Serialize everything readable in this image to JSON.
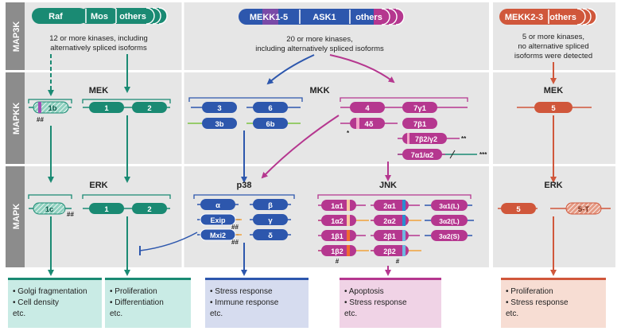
{
  "rows": {
    "map3k": "MAP3K",
    "mapkk": "MAPKK",
    "mapk": "MAPK"
  },
  "map3k": {
    "erk": {
      "pills": [
        "Raf",
        "Mos",
        "others"
      ],
      "note": [
        "12 or more kinases, including",
        "alternatively spliced isoforms"
      ]
    },
    "p38jnk": {
      "pills": [
        "MEKK1-5",
        "ASK1",
        "others"
      ],
      "note": [
        "20 or more kinases,",
        "including alternatively spliced isoforms"
      ]
    },
    "erk5": {
      "pills": [
        "MEKK2-3",
        "others"
      ],
      "note": [
        "5 or more kinases,",
        "no alternative spliced",
        "isoforms were detected"
      ]
    }
  },
  "mapkk": {
    "erk": {
      "title": "MEK",
      "isoforms": [
        "1b",
        "1",
        "2"
      ],
      "mark": "##"
    },
    "p38jnk": {
      "title": "MKK",
      "p38_isoforms": [
        "3",
        "6",
        "3b",
        "6b"
      ],
      "jnk_isoforms": [
        "4",
        "7γ1",
        "4δ",
        "7β1",
        "7β2/γ2",
        "7α1/α2"
      ],
      "marks": {
        "star2": "**",
        "star3": "***",
        "star1": "*"
      }
    },
    "erk5": {
      "title": "MEK",
      "isoforms": [
        "5"
      ]
    }
  },
  "mapk": {
    "erk": {
      "title": "ERK",
      "isoforms": [
        "1c",
        "1",
        "2"
      ],
      "mark": "##"
    },
    "p38": {
      "title": "p38",
      "isoforms": [
        "α",
        "β",
        "Exip",
        "γ",
        "Mxi2",
        "δ"
      ],
      "mark": "##"
    },
    "jnk": {
      "title": "JNK",
      "isoforms": [
        "1α1",
        "2α1",
        "3α1(L)",
        "1α2",
        "2α2",
        "3α2(L)",
        "1β1",
        "2β1",
        "3α2(S)",
        "1β2",
        "2β2"
      ],
      "mark": "#"
    },
    "erk5": {
      "title": "ERK",
      "isoforms": [
        "5",
        "5-T"
      ]
    }
  },
  "outcomes": {
    "col1": [
      "• Golgi fragmentation",
      "• Cell density",
      "etc."
    ],
    "col2": [
      "• Proliferation",
      "• Differentiation",
      "etc."
    ],
    "col3": [
      "• Stress response",
      "• Immune response",
      "etc."
    ],
    "col4": [
      "• Apoptosis",
      "• Stress response",
      "etc."
    ],
    "col5": [
      "• Proliferation",
      "• Stress response",
      "etc."
    ]
  },
  "colors": {
    "teal": "#1a8a73",
    "blue": "#2d57ad",
    "magenta": "#b5378f",
    "orange": "#d0573b",
    "row_bg": "#e6e6e6"
  }
}
